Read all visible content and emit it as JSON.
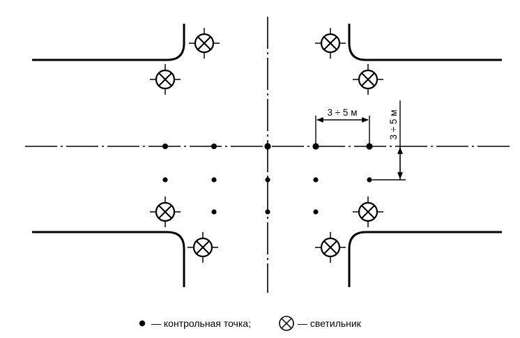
{
  "dimensions": {
    "horizontal": "3 ÷ 5 м",
    "vertical": "3 ÷ 5 м"
  },
  "legend": {
    "control_point": "— контрольная точка;",
    "lamp": "— светильник"
  },
  "icons": {
    "control_point": "filled-dot",
    "lamp": "circle-with-x"
  }
}
